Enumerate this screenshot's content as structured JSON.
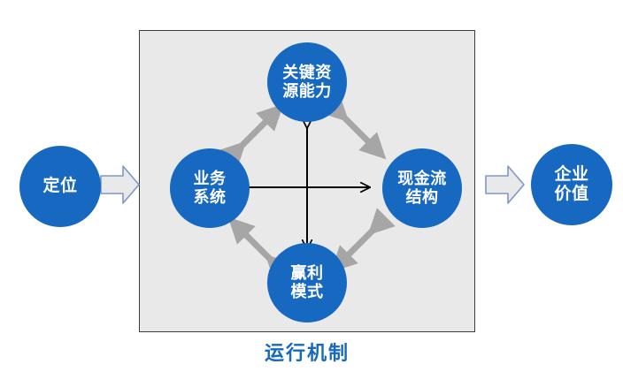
{
  "diagram": {
    "title_caption": "运行机制",
    "caption_color": "#1668c1",
    "box_fill": "#e9e9e9",
    "box_border": "#3b3b3b",
    "circle_fill": "#1668c1",
    "circle_text_color": "#ffffff",
    "diagonal_arrow_color": "#a6a6a6",
    "cross_arrow_color": "#000000",
    "block_arrow_fill": "#e9e9e9",
    "block_arrow_border": "#8097c4"
  },
  "nodes": {
    "positioning": {
      "line1": "定位"
    },
    "enterprise_value": {
      "line1": "企业",
      "line2": "价值"
    },
    "key_resource": {
      "line1": "关键资",
      "line2": "源能力"
    },
    "business_system": {
      "line1": "业务",
      "line2": "系统"
    },
    "cashflow_structure": {
      "line1": "现金流",
      "line2": "结构"
    },
    "profit_model": {
      "line1": "赢利",
      "line2": "模式"
    }
  },
  "connectors": {
    "inflow_arrow": "block-arrow-right",
    "outflow_arrow": "block-arrow-right",
    "diagonal_links": [
      "business-system to key-resource",
      "key-resource to cashflow-structure",
      "cashflow-structure to profit-model",
      "profit-model to business-system"
    ],
    "cross_links": [
      "business-system to cashflow-structure",
      "key-resource to profit-model"
    ]
  }
}
